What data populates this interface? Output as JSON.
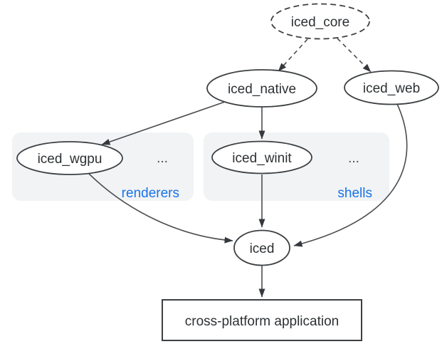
{
  "diagram": {
    "nodes": {
      "core": {
        "label": "iced_core",
        "shape": "dashed-ellipse"
      },
      "native": {
        "label": "iced_native",
        "shape": "ellipse"
      },
      "web": {
        "label": "iced_web",
        "shape": "ellipse"
      },
      "wgpu": {
        "label": "iced_wgpu",
        "shape": "ellipse"
      },
      "winit": {
        "label": "iced_winit",
        "shape": "ellipse"
      },
      "iced": {
        "label": "iced",
        "shape": "ellipse"
      },
      "app": {
        "label": "cross-platform application",
        "shape": "rectangle"
      }
    },
    "groups": {
      "renderers": {
        "label": "renderers",
        "ellipsis": "..."
      },
      "shells": {
        "label": "shells",
        "ellipsis": "..."
      }
    },
    "edges": [
      {
        "from": "iced_core",
        "to": "iced_native",
        "style": "dashed"
      },
      {
        "from": "iced_core",
        "to": "iced_web",
        "style": "dashed"
      },
      {
        "from": "iced_native",
        "to": "iced_wgpu",
        "style": "solid"
      },
      {
        "from": "iced_native",
        "to": "iced_winit",
        "style": "solid"
      },
      {
        "from": "iced_wgpu",
        "to": "iced",
        "style": "solid"
      },
      {
        "from": "iced_winit",
        "to": "iced",
        "style": "solid"
      },
      {
        "from": "iced_web",
        "to": "iced",
        "style": "solid"
      },
      {
        "from": "iced",
        "to": "cross-platform application",
        "style": "solid"
      }
    ],
    "colors": {
      "background": "#ffffff",
      "node_fill": "#ffffff",
      "node_stroke": "#3d4043",
      "edge_stroke": "#4a4d50",
      "arrowhead": "#35383c",
      "group_fill": "#f1f3f4",
      "group_label": "#1a73e8",
      "text": "#2d3134"
    }
  }
}
